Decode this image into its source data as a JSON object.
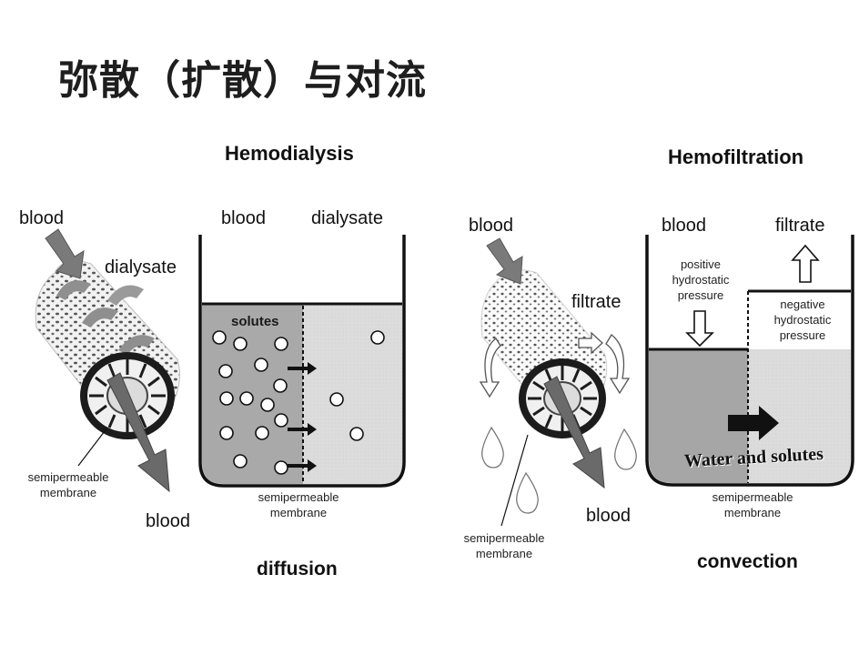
{
  "title": "弥散（扩散）与对流",
  "left_panel": {
    "heading": "Hemodialysis",
    "fiber": {
      "blood_in": "blood",
      "dialysate": "dialysate",
      "membrane": [
        "semipermeable",
        "membrane"
      ],
      "blood_out": "blood"
    },
    "tank": {
      "blood": "blood",
      "dialysate": "dialysate",
      "solutes": "solutes",
      "membrane": [
        "semipermeable",
        "membrane"
      ]
    },
    "footer": "diffusion"
  },
  "right_panel": {
    "heading": "Hemofiltration",
    "fiber": {
      "blood_in": "blood",
      "filtrate": "filtrate",
      "membrane": [
        "semipermeable",
        "membrane"
      ],
      "blood_out": "blood"
    },
    "tank": {
      "blood": "blood",
      "filtrate": "filtrate",
      "positive": [
        "positive",
        "hydrostatic",
        "pressure"
      ],
      "negative": [
        "negative",
        "hydrostatic",
        "pressure"
      ],
      "water_solutes": "Water and solutes",
      "membrane": [
        "semipermeable",
        "membrane"
      ]
    },
    "footer": "convection"
  },
  "colors": {
    "fluid_dark": "#a6a6a6",
    "fluid_light": "#d9d9d9",
    "outline": "#111111",
    "arrow_gray": "#707070"
  }
}
